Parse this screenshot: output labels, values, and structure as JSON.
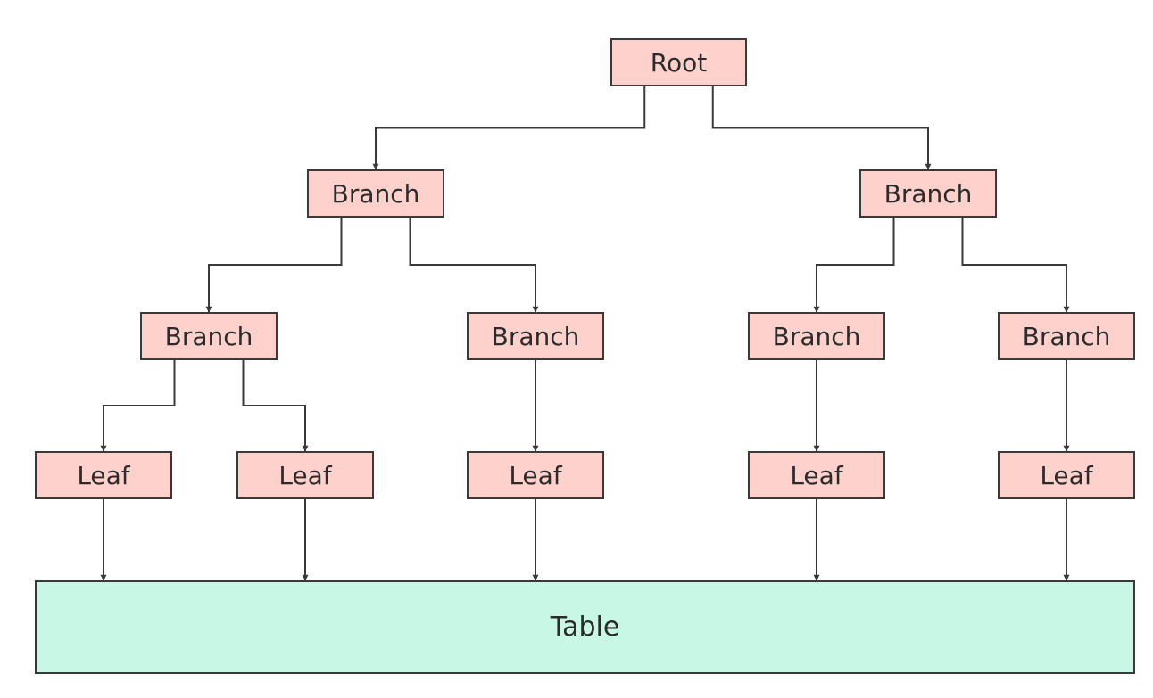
{
  "colors": {
    "node_fill": "#ffd1cc",
    "table_fill": "#c9f7e6",
    "stroke": "#3a3a3a",
    "text": "#2b2b2b"
  },
  "nodes": {
    "root": "Root",
    "branch_l1_left": "Branch",
    "branch_l1_right": "Branch",
    "branch_l2_1": "Branch",
    "branch_l2_2": "Branch",
    "branch_l2_3": "Branch",
    "branch_l2_4": "Branch",
    "leaf_1": "Leaf",
    "leaf_2": "Leaf",
    "leaf_3": "Leaf",
    "leaf_4": "Leaf",
    "leaf_5": "Leaf",
    "table": "Table"
  },
  "edges": [
    {
      "from": "root",
      "to": "branch_l1_left"
    },
    {
      "from": "root",
      "to": "branch_l1_right"
    },
    {
      "from": "branch_l1_left",
      "to": "branch_l2_1"
    },
    {
      "from": "branch_l1_left",
      "to": "branch_l2_2"
    },
    {
      "from": "branch_l1_right",
      "to": "branch_l2_3"
    },
    {
      "from": "branch_l1_right",
      "to": "branch_l2_4"
    },
    {
      "from": "branch_l2_1",
      "to": "leaf_1"
    },
    {
      "from": "branch_l2_1",
      "to": "leaf_2"
    },
    {
      "from": "branch_l2_2",
      "to": "leaf_3"
    },
    {
      "from": "branch_l2_3",
      "to": "leaf_4"
    },
    {
      "from": "branch_l2_4",
      "to": "leaf_5"
    },
    {
      "from": "leaf_1",
      "to": "table"
    },
    {
      "from": "leaf_2",
      "to": "table"
    },
    {
      "from": "leaf_3",
      "to": "table"
    },
    {
      "from": "leaf_4",
      "to": "table"
    },
    {
      "from": "leaf_5",
      "to": "table"
    }
  ]
}
